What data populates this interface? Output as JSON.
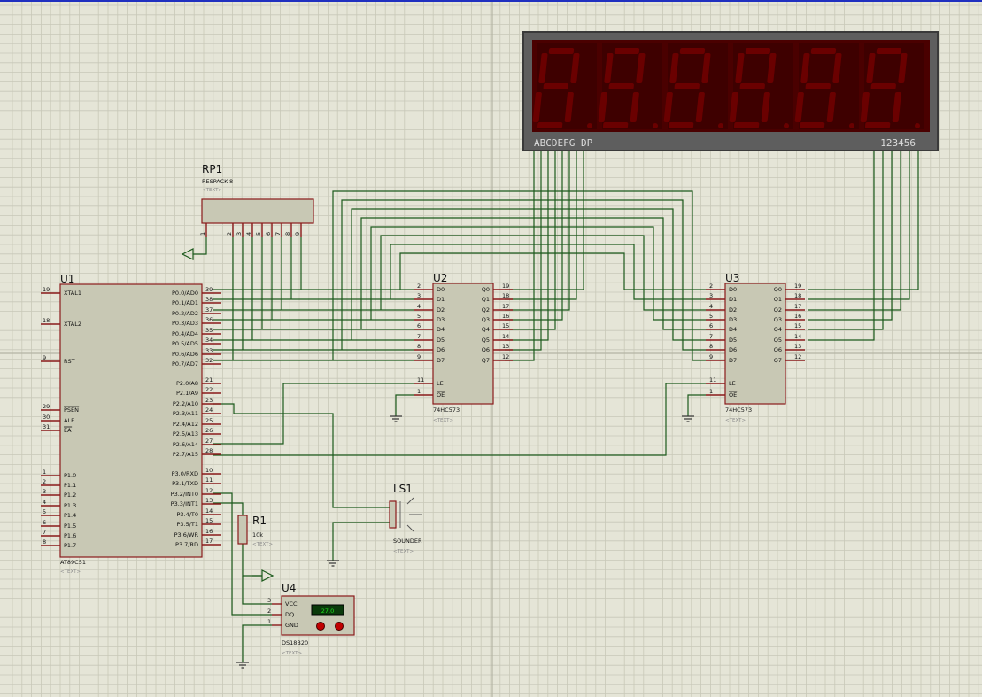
{
  "colors": {
    "background": "#e5e5d7",
    "grid": "#c8c8b8",
    "grid_major": "#b4b4a4",
    "wire": "#1c5a1c",
    "component_body": "#c8c8b4",
    "component_outline": "#8a1a1a",
    "pin": "#8a1a1a",
    "display_frame": "#5e5e5e",
    "display_segment": "#6a0000",
    "lcd_green": "#20e020"
  },
  "components": {
    "u1": {
      "ref": "U1",
      "part": "AT89C51",
      "text_placeholder": "<TEXT>",
      "left_pins": [
        {
          "num": "19",
          "name": "XTAL1"
        },
        {
          "num": "18",
          "name": "XTAL2"
        },
        {
          "num": "9",
          "name": "RST"
        },
        {
          "num": "29",
          "name": "PSEN"
        },
        {
          "num": "30",
          "name": "ALE"
        },
        {
          "num": "31",
          "name": "EA"
        },
        {
          "num": "1",
          "name": "P1.0"
        },
        {
          "num": "2",
          "name": "P1.1"
        },
        {
          "num": "3",
          "name": "P1.2"
        },
        {
          "num": "4",
          "name": "P1.3"
        },
        {
          "num": "5",
          "name": "P1.4"
        },
        {
          "num": "6",
          "name": "P1.5"
        },
        {
          "num": "7",
          "name": "P1.6"
        },
        {
          "num": "8",
          "name": "P1.7"
        }
      ],
      "right_pins": [
        {
          "num": "39",
          "name": "P0.0/AD0"
        },
        {
          "num": "38",
          "name": "P0.1/AD1"
        },
        {
          "num": "37",
          "name": "P0.2/AD2"
        },
        {
          "num": "36",
          "name": "P0.3/AD3"
        },
        {
          "num": "35",
          "name": "P0.4/AD4"
        },
        {
          "num": "34",
          "name": "P0.5/AD5"
        },
        {
          "num": "33",
          "name": "P0.6/AD6"
        },
        {
          "num": "32",
          "name": "P0.7/AD7"
        },
        {
          "num": "21",
          "name": "P2.0/A8"
        },
        {
          "num": "22",
          "name": "P2.1/A9"
        },
        {
          "num": "23",
          "name": "P2.2/A10"
        },
        {
          "num": "24",
          "name": "P2.3/A11"
        },
        {
          "num": "25",
          "name": "P2.4/A12"
        },
        {
          "num": "26",
          "name": "P2.5/A13"
        },
        {
          "num": "27",
          "name": "P2.6/A14"
        },
        {
          "num": "28",
          "name": "P2.7/A15"
        },
        {
          "num": "10",
          "name": "P3.0/RXD"
        },
        {
          "num": "11",
          "name": "P3.1/TXD"
        },
        {
          "num": "12",
          "name": "P3.2/INT0"
        },
        {
          "num": "13",
          "name": "P3.3/INT1"
        },
        {
          "num": "14",
          "name": "P3.4/T0"
        },
        {
          "num": "15",
          "name": "P3.5/T1"
        },
        {
          "num": "16",
          "name": "P3.6/WR"
        },
        {
          "num": "17",
          "name": "P3.7/RD"
        }
      ]
    },
    "u2": {
      "ref": "U2",
      "part": "74HC573",
      "text_placeholder": "<TEXT>",
      "d_pins": [
        {
          "num": "2",
          "name": "D0"
        },
        {
          "num": "3",
          "name": "D1"
        },
        {
          "num": "4",
          "name": "D2"
        },
        {
          "num": "5",
          "name": "D3"
        },
        {
          "num": "6",
          "name": "D4"
        },
        {
          "num": "7",
          "name": "D5"
        },
        {
          "num": "8",
          "name": "D6"
        },
        {
          "num": "9",
          "name": "D7"
        }
      ],
      "q_pins": [
        {
          "num": "19",
          "name": "Q0"
        },
        {
          "num": "18",
          "name": "Q1"
        },
        {
          "num": "17",
          "name": "Q2"
        },
        {
          "num": "16",
          "name": "Q3"
        },
        {
          "num": "15",
          "name": "Q4"
        },
        {
          "num": "14",
          "name": "Q5"
        },
        {
          "num": "13",
          "name": "Q6"
        },
        {
          "num": "12",
          "name": "Q7"
        }
      ],
      "ctrl_pins": [
        {
          "num": "11",
          "name": "LE"
        },
        {
          "num": "1",
          "name": "OE"
        }
      ]
    },
    "u3": {
      "ref": "U3",
      "part": "74HC573",
      "text_placeholder": "<TEXT>",
      "d_pins": [
        {
          "num": "2",
          "name": "D0"
        },
        {
          "num": "3",
          "name": "D1"
        },
        {
          "num": "4",
          "name": "D2"
        },
        {
          "num": "5",
          "name": "D3"
        },
        {
          "num": "6",
          "name": "D4"
        },
        {
          "num": "7",
          "name": "D5"
        },
        {
          "num": "8",
          "name": "D6"
        },
        {
          "num": "9",
          "name": "D7"
        }
      ],
      "q_pins": [
        {
          "num": "19",
          "name": "Q0"
        },
        {
          "num": "18",
          "name": "Q1"
        },
        {
          "num": "17",
          "name": "Q2"
        },
        {
          "num": "16",
          "name": "Q3"
        },
        {
          "num": "15",
          "name": "Q4"
        },
        {
          "num": "14",
          "name": "Q5"
        },
        {
          "num": "13",
          "name": "Q6"
        },
        {
          "num": "12",
          "name": "Q7"
        }
      ],
      "ctrl_pins": [
        {
          "num": "11",
          "name": "LE"
        },
        {
          "num": "1",
          "name": "OE"
        }
      ]
    },
    "rp1": {
      "ref": "RP1",
      "part": "RESPACK-8",
      "text_placeholder": "<TEXT>",
      "pins": [
        "1",
        "2",
        "3",
        "4",
        "5",
        "6",
        "7",
        "8",
        "9"
      ]
    },
    "r1": {
      "ref": "R1",
      "value": "10k",
      "text_placeholder": "<TEXT>"
    },
    "ls1": {
      "ref": "LS1",
      "part": "SOUNDER",
      "text_placeholder": "<TEXT>"
    },
    "u4": {
      "ref": "U4",
      "part": "DS18B20",
      "text_placeholder": "<TEXT>",
      "pins": [
        {
          "num": "3",
          "name": "VCC"
        },
        {
          "num": "2",
          "name": "DQ"
        },
        {
          "num": "1",
          "name": "GND"
        }
      ],
      "reading": "27.0"
    },
    "display": {
      "segment_label": "ABCDEFG DP",
      "digit_label": "123456",
      "digits": 6
    }
  }
}
